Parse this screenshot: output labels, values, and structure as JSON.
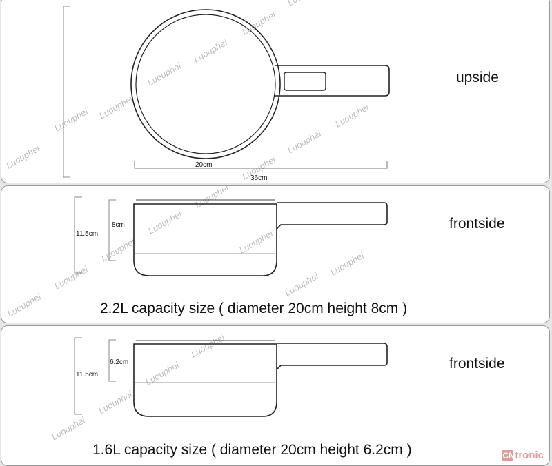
{
  "panels": {
    "top": {
      "view_label": "upside",
      "dim_diameter": "20cm",
      "dim_length": "36cm"
    },
    "middle": {
      "view_label": "frontside",
      "dim_total_height": "11.5cm",
      "dim_body_height": "8cm",
      "caption": "2.2L capacity size ( diameter 20cm height 8cm )"
    },
    "bottom": {
      "view_label": "frontside",
      "dim_total_height": "11.5cm",
      "dim_body_height": "6.2cm",
      "caption": "1.6L capacity size ( diameter 20cm height 6.2cm )"
    }
  },
  "watermark": "Luouphei",
  "brand_logo": {
    "mark": "CN",
    "text": "tronic"
  }
}
